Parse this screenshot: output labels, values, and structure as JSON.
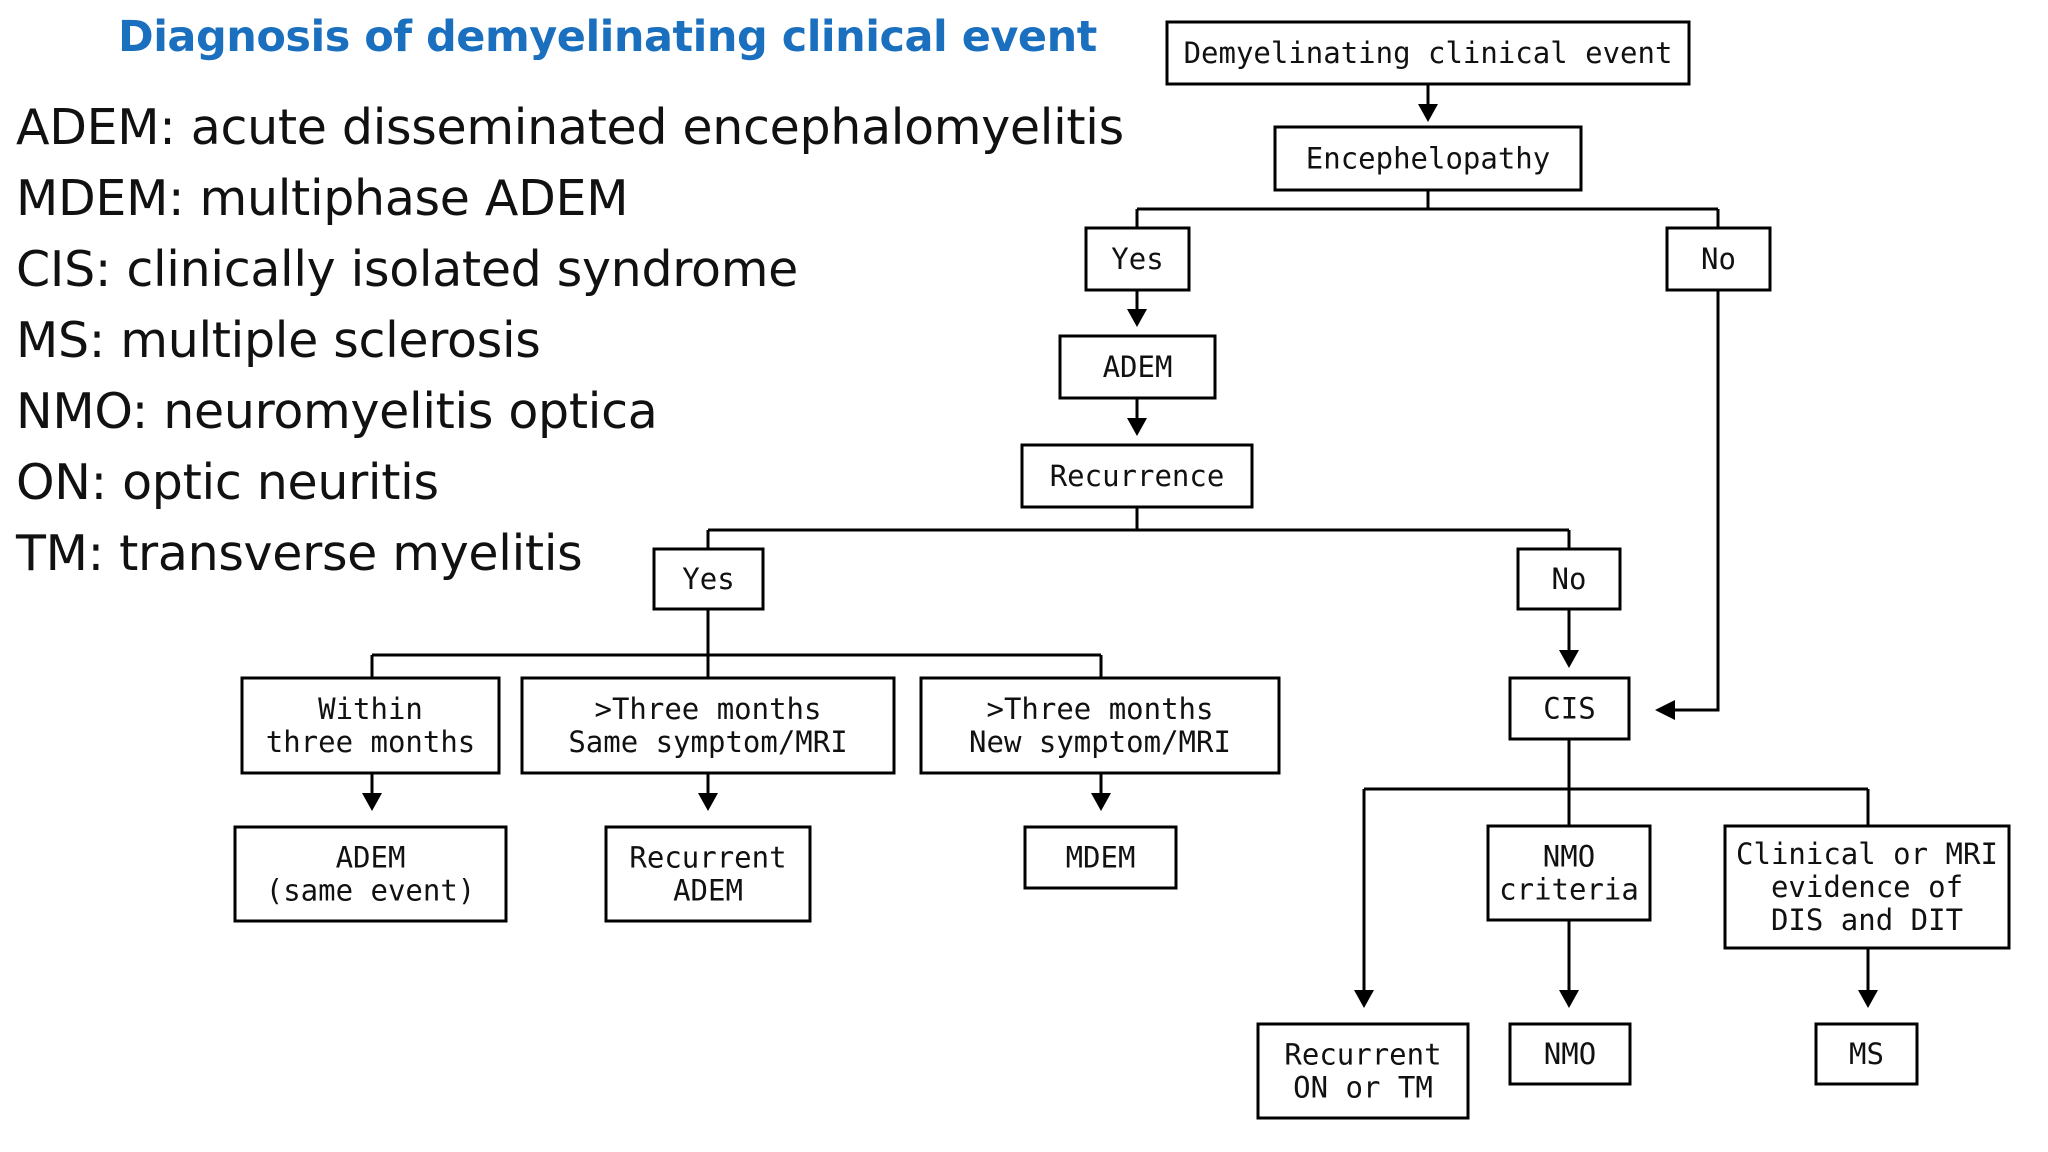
{
  "title": "Diagnosis of demyelinating clinical event",
  "abbreviations": [
    "ADEM: acute disseminated encephalomyelitis",
    "MDEM: multiphase ADEM",
    "CIS: clinically isolated syndrome",
    "MS: multiple sclerosis",
    "NMO: neuromyelitis optica",
    "ON: optic neuritis",
    "TM: transverse myelitis"
  ],
  "flowchart": {
    "nodes": {
      "start": [
        "Demyelinating clinical event"
      ],
      "enceph": [
        "Encephelopathy"
      ],
      "enceph_yes": [
        "Yes"
      ],
      "enceph_no": [
        "No"
      ],
      "adem": [
        "ADEM"
      ],
      "recurrence": [
        "Recurrence"
      ],
      "rec_yes": [
        "Yes"
      ],
      "rec_no": [
        "No"
      ],
      "within3": [
        "Within",
        "three months"
      ],
      "gt3same": [
        ">Three months",
        "Same symptom/MRI"
      ],
      "gt3new": [
        ">Three months",
        "New symptom/MRI"
      ],
      "adem_same": [
        "ADEM",
        "(same event)"
      ],
      "recurrent_adem": [
        "Recurrent",
        "ADEM"
      ],
      "mdem": [
        "MDEM"
      ],
      "cis": [
        "CIS"
      ],
      "nmo_criteria": [
        "NMO",
        "criteria"
      ],
      "dis_dit": [
        "Clinical or MRI",
        "evidence of",
        "DIS and DIT"
      ],
      "recurrent_on_tm": [
        "Recurrent",
        "ON or TM"
      ],
      "nmo": [
        "NMO"
      ],
      "ms": [
        "MS"
      ]
    }
  }
}
